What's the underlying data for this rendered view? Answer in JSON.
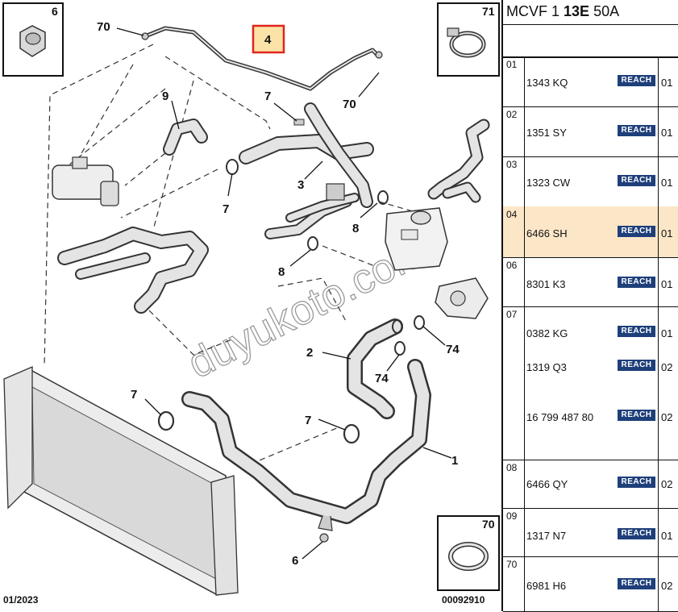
{
  "diagram": {
    "callouts": [
      "70",
      "4",
      "7",
      "70",
      "9",
      "3",
      "7",
      "8",
      "8",
      "2",
      "74",
      "74",
      "7",
      "7",
      "1",
      "6"
    ],
    "boxes": [
      {
        "number": "6",
        "icon": "nut-icon"
      },
      {
        "number": "71",
        "icon": "hose-clamp-icon"
      },
      {
        "number": "70",
        "icon": "spring-clip-icon"
      }
    ],
    "highlight_color": "#e1251b",
    "highlight_fill": "#fbe3a8",
    "watermark": "duyukoto.com",
    "footer_left": "01/2023",
    "footer_right": "00092910"
  },
  "panel": {
    "title_pre": "MCVF 1",
    "title_bold": "13E",
    "title_post": "50A",
    "badge_color": "#1e3f7a",
    "highlight_row_color": "#fbe6c7",
    "rows": [
      {
        "code": "01",
        "lines": [
          {
            "ref": "1343 KQ",
            "badge": "REACH",
            "qty": "01"
          }
        ]
      },
      {
        "code": "02",
        "lines": [
          {
            "ref": "1351 SY",
            "badge": "REACH",
            "qty": "01"
          }
        ]
      },
      {
        "code": "03",
        "lines": [
          {
            "ref": "1323 CW",
            "badge": "REACH",
            "qty": "01"
          }
        ]
      },
      {
        "code": "04",
        "highlighted": true,
        "lines": [
          {
            "ref": "6466 SH",
            "badge": "REACH",
            "qty": "01"
          }
        ]
      },
      {
        "code": "06",
        "lines": [
          {
            "ref": "8301 K3",
            "badge": "REACH",
            "qty": "01"
          }
        ]
      },
      {
        "code": "07",
        "lines": [
          {
            "ref": "0382 KG",
            "badge": "REACH",
            "qty": "01"
          },
          {
            "ref": "1319 Q3",
            "badge": "REACH",
            "qty": "02"
          },
          {
            "ref": "16 799 487 80",
            "badge": "REACH",
            "qty": "02"
          }
        ]
      },
      {
        "code": "08",
        "lines": [
          {
            "ref": "6466 QY",
            "badge": "REACH",
            "qty": "02"
          }
        ]
      },
      {
        "code": "09",
        "lines": [
          {
            "ref": "1317 N7",
            "badge": "REACH",
            "qty": "01"
          }
        ]
      },
      {
        "code": "70",
        "lines": [
          {
            "ref": "6981 H6",
            "badge": "REACH",
            "qty": "02"
          }
        ]
      }
    ]
  }
}
